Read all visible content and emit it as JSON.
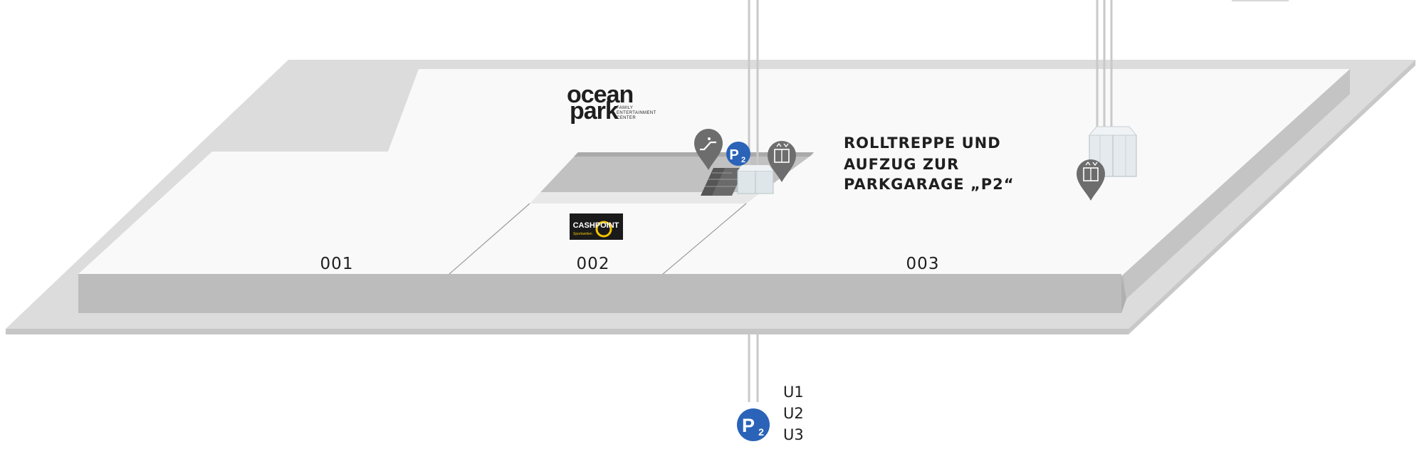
{
  "map": {
    "units": [
      {
        "id": "001"
      },
      {
        "id": "002"
      },
      {
        "id": "003"
      }
    ],
    "callout": {
      "lines": [
        "ROLLTREPPE UND",
        "AUFZUG ZUR",
        "PARKGARAGE „P2“"
      ]
    },
    "tenants": {
      "ocean_park": {
        "line1": "ocean",
        "line2": "park",
        "tag": [
          "FAMILY",
          "ENTERTAINMENT",
          "CENTER"
        ]
      },
      "cashpoint": {
        "name": "CASHPOINT",
        "sub": "Sportwetten"
      }
    },
    "parking": {
      "badge_letter": "P",
      "badge_number": "2",
      "floors": [
        "U1",
        "U2",
        "U3"
      ]
    },
    "icons": {
      "escalator": "escalator-pin-icon",
      "elevator": "elevator-pin-icon",
      "parking": "parking-badge-icon"
    },
    "colors": {
      "parking_blue": "#2a63b8",
      "pin_gray": "#6d6d6d",
      "floor_white": "#f9f9f9",
      "slab_gray": "#dcdcdc",
      "wall_gray": "#bcbcbc",
      "cashpoint_yellow": "#f2c400"
    }
  }
}
